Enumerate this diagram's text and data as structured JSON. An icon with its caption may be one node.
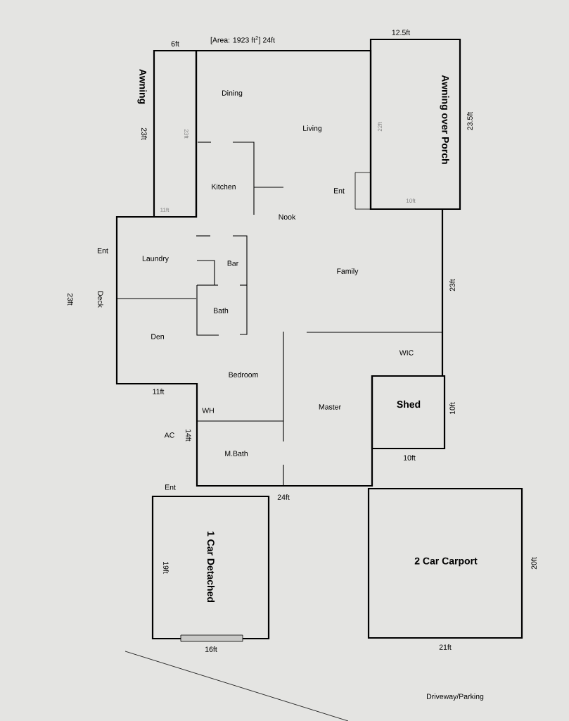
{
  "diagram": {
    "nodes": [
      {
        "text": [
          "Awning"
        ]
      },
      {
        "text": [
          "Awning over Porch"
        ]
      },
      {
        "text": [
          "Shed"
        ]
      },
      {
        "text": [
          "1 Car Detached"
        ]
      },
      {
        "text": [
          "2 Car Carport"
        ]
      }
    ],
    "labels": [
      "6ft",
      "[Area: 1923 ft$^{2}$] 24ft",
      "12.5ft",
      "Dining",
      "23ft",
      "23ft",
      "Living",
      "22ft",
      "23.5ft",
      "Kitchen",
      "Ent",
      "10ft",
      "11ft",
      "Nook",
      "Ent",
      "Laundry",
      "Bar",
      "Family",
      "23ft",
      "23ft",
      "Deck",
      "Bath",
      "Den",
      "WIC",
      "Bedroom",
      "11ft",
      "Master",
      "WH",
      "10ft",
      "AC",
      "14ft",
      "10ft",
      "M.Bath",
      "Ent",
      "24ft",
      "19ft",
      "20ft",
      "16ft",
      "21ft",
      "Driveway/Parking"
    ]
  }
}
